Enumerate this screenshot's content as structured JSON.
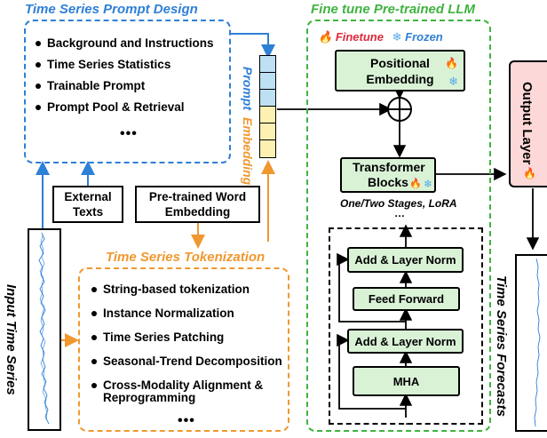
{
  "prompt_design": {
    "title": "Time Series Prompt Design",
    "items": [
      "Background and Instructions",
      "Time Series Statistics",
      "Trainable Prompt",
      "Prompt Pool & Retrieval"
    ],
    "ellipsis": "•••"
  },
  "external_texts": "External Texts",
  "word_embedding": "Pre-trained Word Embedding",
  "prompt_embedding": {
    "label_prompt": "Prompt",
    "label_embedding": "Embedding"
  },
  "tokenization": {
    "title": "Time Series Tokenization",
    "items": [
      "String-based tokenization",
      "Instance Normalization",
      "Time Series Patching",
      "Seasonal-Trend Decomposition",
      "Cross-Modality Alignment & Reprogramming"
    ],
    "ellipsis": "•••"
  },
  "input_label": "Input Time Series",
  "llm": {
    "title": "Fine tune Pre-trained LLM",
    "finetune": "Finetune",
    "frozen": "Frozen",
    "positional": "Positional Embedding",
    "transformer": "Transformer Blocks",
    "stages": "One/Two Stages, LoRA",
    "stages_ellipsis": "…",
    "block": {
      "add_norm_top": "Add & Layer Norm",
      "feed_forward": "Feed Forward",
      "add_norm_bottom": "Add & Layer Norm",
      "mha": "MHA",
      "ellipsis": "…"
    }
  },
  "output_layer": "Output Layer",
  "forecasts_label": "Time Series Forecasts",
  "colors": {
    "blue": "#2e7fd6",
    "orange": "#f0982f",
    "green": "#3fb33f",
    "red": "#e0283a",
    "green_fill": "#d9f2d6",
    "output_fill": "#fdd8d8",
    "cell_blue": "#bde0f3",
    "cell_yellow": "#fdf0b3"
  },
  "icons": {
    "finetune": "fire-icon",
    "frozen": "snowflake-icon"
  }
}
